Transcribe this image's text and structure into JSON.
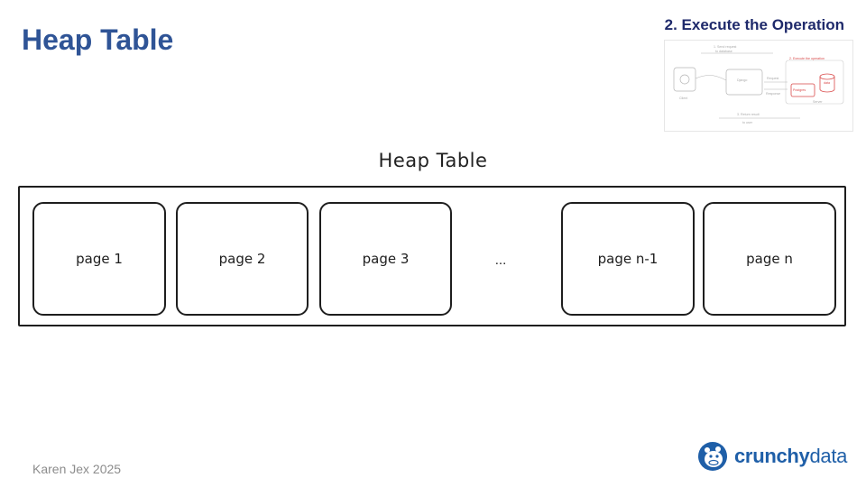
{
  "slide": {
    "title": "Heap Table",
    "step_title": "2. Execute the Operation",
    "footer": "Karen Jex 2025"
  },
  "thumbnail": {
    "labels": {
      "send_request": "1. Send request",
      "send_request_sub": "to database",
      "execute": "2. Execute the operation",
      "client": "Client",
      "pgbouncer": "Django",
      "request": "Request",
      "response": "Response",
      "postgres": "Postgres",
      "data": "data",
      "server": "Server",
      "return_result": "3. Return result",
      "return_result_sub": "to user"
    },
    "colors": {
      "accent": "#d94a4a",
      "line": "#b5b5b5"
    }
  },
  "diagram": {
    "title": "Heap Table",
    "ellipsis": "...",
    "pages": [
      {
        "label": "page 1"
      },
      {
        "label": "page 2"
      },
      {
        "label": "page 3"
      },
      {
        "label": "page n-1"
      },
      {
        "label": "page n"
      }
    ]
  },
  "logo": {
    "word1": "crunchy",
    "word2": "data",
    "icon": "hippo-icon",
    "colors": {
      "primary": "#1f5fa8"
    }
  }
}
